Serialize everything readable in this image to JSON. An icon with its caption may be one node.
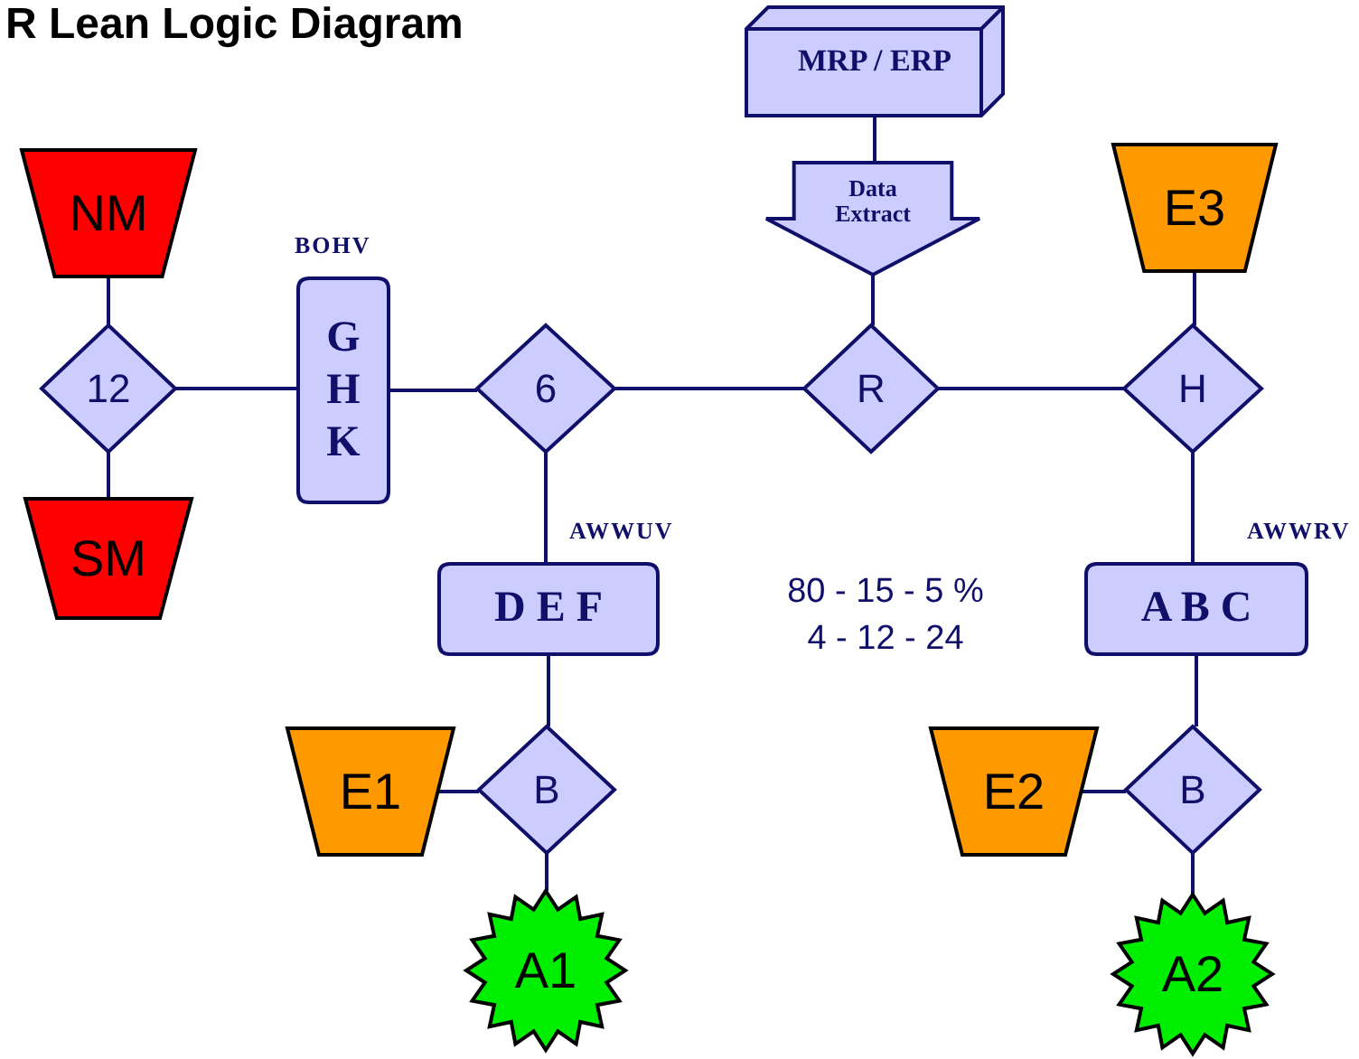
{
  "diagram": {
    "title": "R Lean Logic Diagram",
    "nodes": [
      {
        "text": [
          "MRP / ERP"
        ]
      },
      {
        "text": [
          "Data Extract"
        ]
      },
      {
        "text": [
          "NM"
        ]
      },
      {
        "text": [
          "E3"
        ]
      },
      {
        "text": [
          "G H K"
        ],
        "beside": [
          "BOHV"
        ]
      },
      {
        "text": [
          "12"
        ]
      },
      {
        "text": [
          "6"
        ]
      },
      {
        "text": [
          "R"
        ]
      },
      {
        "text": [
          "H"
        ]
      },
      {
        "text": [
          "SM"
        ]
      },
      {
        "text": [
          "D E F"
        ],
        "beside": [
          "AWWUV"
        ]
      },
      {
        "text": [
          "A B C"
        ],
        "beside": [
          "AWWRV"
        ]
      },
      {
        "text": [
          "E1"
        ]
      },
      {
        "text": [
          "B"
        ]
      },
      {
        "text": [
          "E2"
        ]
      },
      {
        "text": [
          "B"
        ]
      },
      {
        "text": [
          "A1"
        ]
      },
      {
        "text": [
          "A2"
        ]
      }
    ],
    "edges": [
      {
        "from": 0,
        "to": 1,
        "arrow": "none"
      },
      {
        "from": 1,
        "to": 7,
        "arrow": "none"
      },
      {
        "from": 2,
        "to": 5,
        "arrow": "none"
      },
      {
        "from": 5,
        "to": 9,
        "arrow": "none"
      },
      {
        "from": 5,
        "to": 4,
        "arrow": "none"
      },
      {
        "from": 4,
        "to": 6,
        "arrow": "none"
      },
      {
        "from": 6,
        "to": 7,
        "arrow": "none"
      },
      {
        "from": 7,
        "to": 8,
        "arrow": "none"
      },
      {
        "from": 3,
        "to": 8,
        "arrow": "none"
      },
      {
        "from": 6,
        "to": 10,
        "arrow": "none"
      },
      {
        "from": 8,
        "to": 11,
        "arrow": "none"
      },
      {
        "from": 10,
        "to": 13,
        "arrow": "none"
      },
      {
        "from": 12,
        "to": 13,
        "arrow": "none"
      },
      {
        "from": 13,
        "to": 16,
        "arrow": "none"
      },
      {
        "from": 11,
        "to": 15,
        "arrow": "none"
      },
      {
        "from": 14,
        "to": 15,
        "arrow": "none"
      },
      {
        "from": 15,
        "to": 17,
        "arrow": "none"
      }
    ],
    "labels": [
      "80 - 15 - 5 %",
      "4 - 12 - 24"
    ]
  }
}
